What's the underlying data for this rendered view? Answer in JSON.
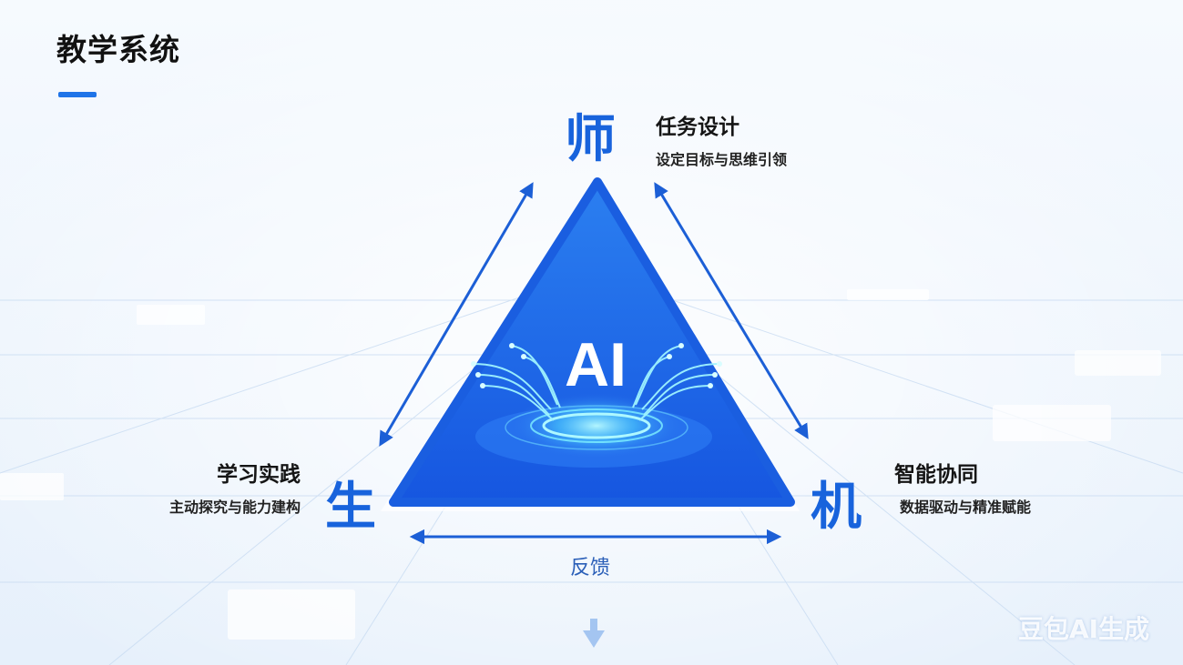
{
  "title": "教学系统",
  "diagram": {
    "center_label": "AI",
    "nodes": {
      "teacher": {
        "label": "师",
        "heading": "任务设计",
        "sub": "设定目标与思维引领"
      },
      "student": {
        "label": "生",
        "heading": "学习实践",
        "sub": "主动探究与能力建构"
      },
      "machine": {
        "label": "机",
        "heading": "智能协同",
        "sub": "数据驱动与精准赋能"
      }
    },
    "bottom_edge_label": "反馈"
  },
  "watermark": "豆包AI生成",
  "colors": {
    "accent": "#1f74e8",
    "triangle": "#1a63e6",
    "node_text": "#1863dc",
    "glow": "#7cf0ff"
  },
  "icons": [
    "double-arrow-icon",
    "down-arrow-icon",
    "circuit-glow-icon"
  ]
}
